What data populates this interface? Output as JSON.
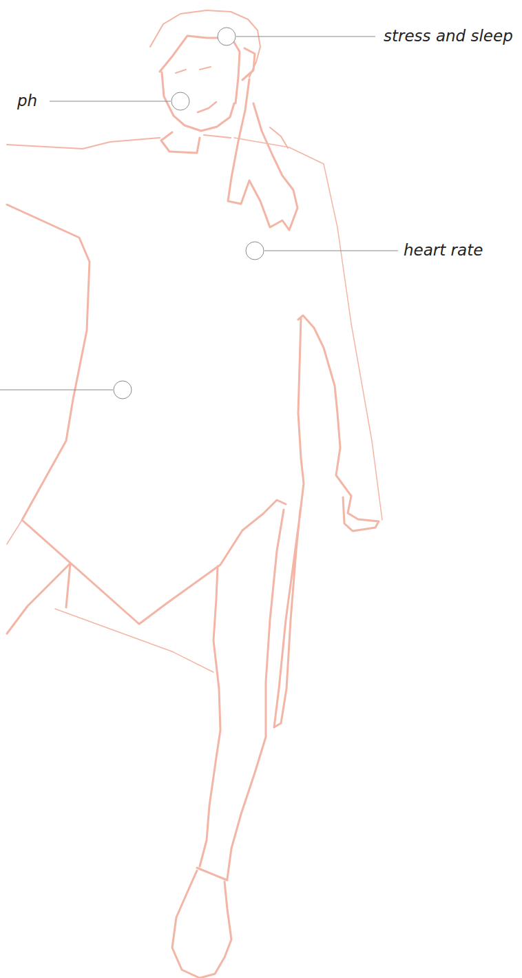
{
  "diagram": {
    "labels": [
      "stress and sleep",
      "ph",
      "heart rate"
    ]
  }
}
